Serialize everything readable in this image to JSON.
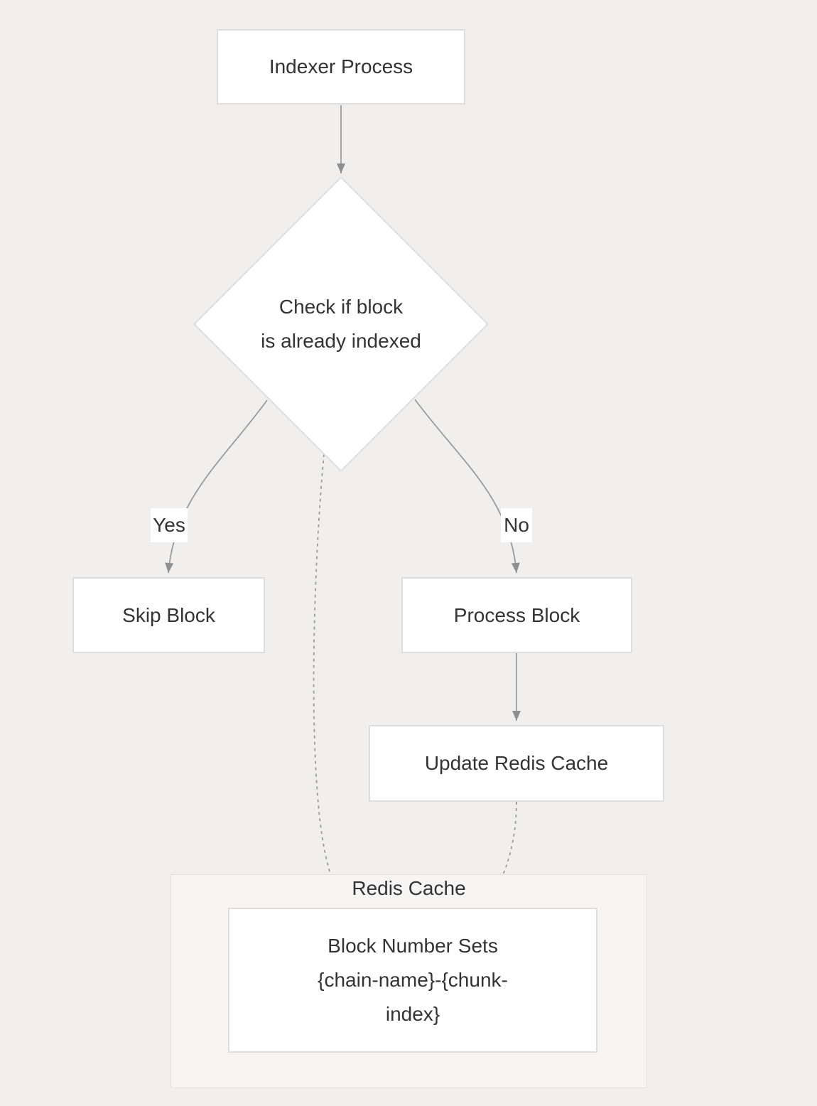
{
  "diagram": {
    "nodes": {
      "indexer_process": {
        "label": "Indexer Process"
      },
      "check_indexed": {
        "line1": "Check if block",
        "line2": "is already indexed"
      },
      "skip_block": {
        "label": "Skip Block"
      },
      "process_block": {
        "label": "Process Block"
      },
      "update_redis_cache": {
        "label": "Update Redis Cache"
      },
      "block_number_sets": {
        "line1": "Block Number Sets",
        "line2": "{chain-name}-{chunk-",
        "line3": "index}"
      }
    },
    "edges": {
      "yes_label": "Yes",
      "no_label": "No"
    },
    "subgraph": {
      "title": "Redis Cache"
    },
    "colors": {
      "bg": "#f0efed",
      "node_fill": "#ffffff",
      "node_border": "#e0dedc",
      "subgraph_fill": "#f6f5f3",
      "subgraph_border": "#e2e0de",
      "edge": "#9b9b9b",
      "arrowhead": "#8f8f8f",
      "text": "#333333"
    }
  }
}
